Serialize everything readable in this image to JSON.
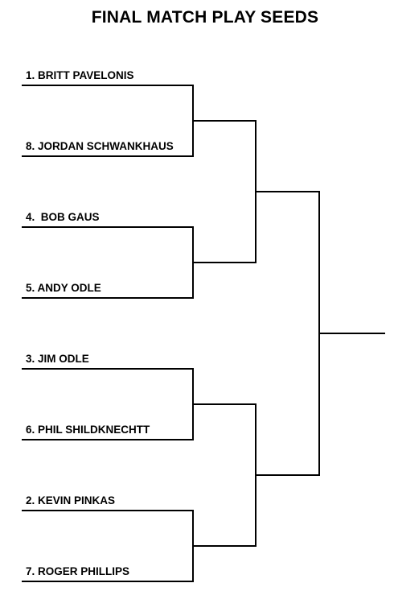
{
  "title": "FINAL MATCH PLAY SEEDS",
  "seeds": [
    "1. BRITT PAVELONIS",
    "8. JORDAN SCHWANKHAUS",
    "4.  BOB GAUS",
    "5. ANDY ODLE",
    "3. JIM ODLE",
    "6. PHIL SHILDKNECHTT",
    "2. KEVIN PINKAS",
    "7. ROGER PHILLIPS"
  ],
  "colors": {
    "line": "#000000",
    "text": "#000000",
    "background": "#ffffff"
  }
}
